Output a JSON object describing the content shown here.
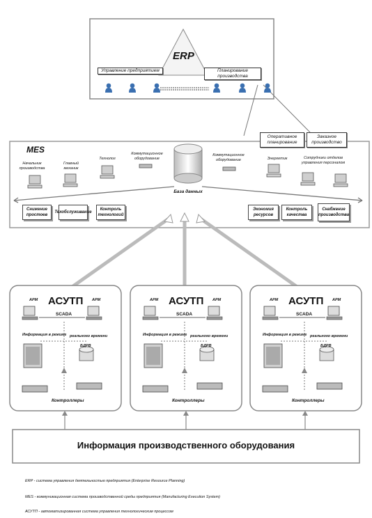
{
  "erp": {
    "title": "ERP",
    "left_label": "Управление предприятием",
    "right_label": "Планирование производства"
  },
  "planning": {
    "operative": "Оперативное планирование",
    "order": "Заказное производство"
  },
  "mes": {
    "title": "MES",
    "database": "База данных",
    "nodes": [
      "Начальник производства",
      "Главный механик",
      "Технолог",
      "Коммутационное оборудование",
      "Коммутационное оборудование",
      "Энергетик",
      "Сотрудники отделов управления персоналом"
    ],
    "functions_left": [
      "Снижение простоев",
      "Техобслуживание",
      "Контроль технологий"
    ],
    "functions_right": [
      "Экономия ресурсов",
      "Контроль качества",
      "Снабжение производства"
    ]
  },
  "asutp": {
    "title": "АСУТП",
    "arm": "АРМ",
    "scada": "SCADA",
    "info": "Информация в режиме",
    "realtime": "реального времени",
    "bdrv": "БДРВ",
    "controllers": "Контроллеры"
  },
  "equipment": "Информация производственного оборудования",
  "legend": [
    "ERP - система управления деятельностью предприятия (Enterprise Resource Planning)",
    "MES - коммуникационная система производственной среды предприятия (Manufacturing Execution System)",
    "АСУТП - автоматизированная система управления технологическим процессом"
  ]
}
